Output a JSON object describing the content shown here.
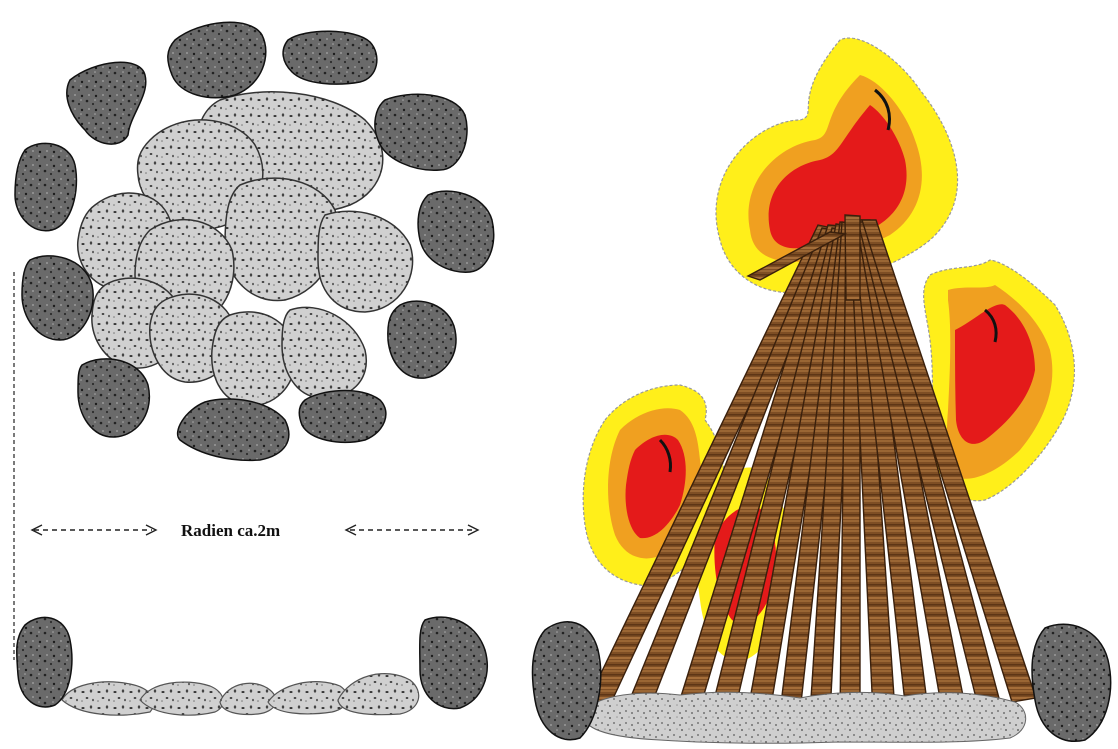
{
  "diagram": {
    "dimension_label": "Radien ca.2m",
    "colors": {
      "outer_stone": "#5a5a5a",
      "inner_stone": "#c9c9c9",
      "wood": "#7a4a22",
      "wood_dark": "#4a2a12",
      "flame_yellow": "#ffef1a",
      "flame_orange": "#f0a020",
      "flame_red": "#e41a1a",
      "ground_stone": "#d2d2d2"
    },
    "parts": [
      {
        "name": "stone-ring-top-view"
      },
      {
        "name": "stone-ring-side-view"
      },
      {
        "name": "campfire-side-view"
      }
    ]
  }
}
